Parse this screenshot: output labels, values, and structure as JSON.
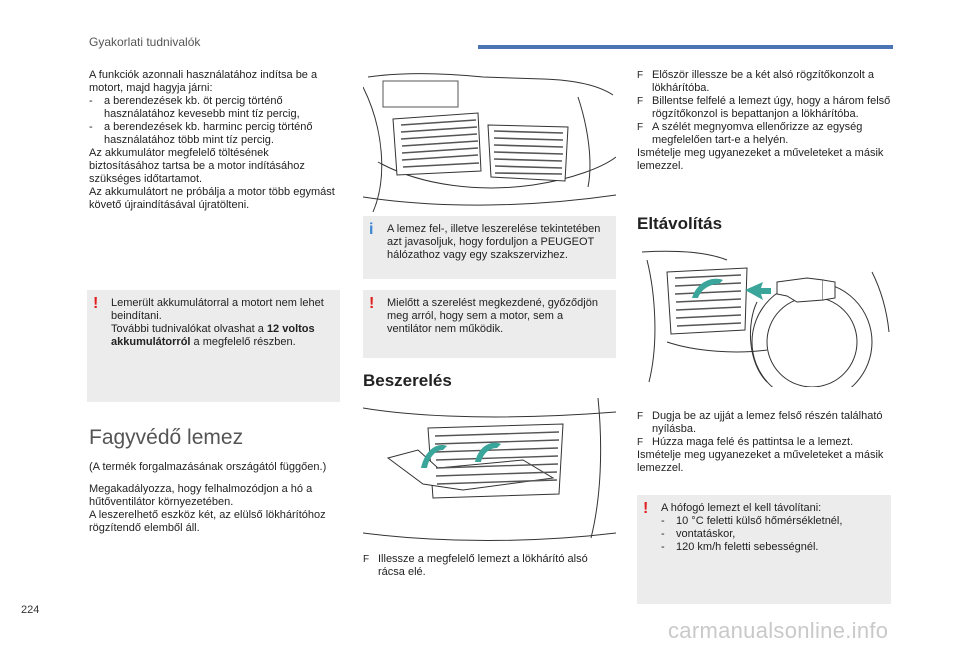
{
  "header": {
    "title": "Gyakorlati tudnivalók"
  },
  "page_number": "224",
  "watermark": "carmanualsonline.info",
  "col1": {
    "intro": "A funkciók azonnali használatához indítsa be a motort, majd hagyja járni:",
    "dash_items": [
      "a berendezések kb. öt percig történő használatához kevesebb mint tíz percig,",
      "a berendezések kb. harminc percig történő használatához több mint tíz percig."
    ],
    "para1": "Az akkumulátor megfelelő töltésének biztosításához tartsa be a motor indításához szükséges időtartamot.",
    "para2": "Az akkumulátort ne próbálja a motor több egymást követő újraindításával újratölteni.",
    "warning": {
      "line1": "Lemerült akkumulátorral a motort nem lehet beindítani.",
      "line2_pre": "További tudnivalókat olvashat a ",
      "line2_bold": "12 voltos akkumulátorról",
      "line2_post": " a megfelelő részben."
    },
    "section_title": "Fagyvédő lemez",
    "section_para1": "(A termék forgalmazásának országától függően.)",
    "section_para2": "Megakadályozza, hogy felhalmozódjon a hó a hűtőventilátor környezetében.",
    "section_para3": "A leszerelhető eszköz két, az elülső lökhárítóhoz rögzítendő elemből áll."
  },
  "col2": {
    "info_box": "A lemez fel-, illetve leszerelése tekintetében azt javasoljuk, hogy forduljon a PEUGEOT hálózathoz vagy egy szakszervizhez.",
    "warning_box": "Mielőtt a szerelést megkezdené, győződjön meg arról, hogy sem a motor, sem a ventilátor nem működik.",
    "install_title": "Beszerelés",
    "step": "Illessze a megfelelő lemezt a lökhárító alsó rácsa elé."
  },
  "col3": {
    "steps": [
      "Először illessze be a két alsó rögzítőkonzolt a lökhárítóba.",
      "Billentse felfelé a lemezt úgy, hogy a három felső rögzítőkonzol is bepattanjon a lökhárítóba.",
      "A szélét megnyomva ellenőrizze az egység megfelelően tart-e a helyén."
    ],
    "repeat1": "Ismételje meg ugyanezeket a műveleteket a másik lemezzel.",
    "remove_title": "Eltávolítás",
    "remove_steps": [
      "Dugja be az ujját a lemez felső részén található nyílásba.",
      "Húzza maga felé és pattintsa le a lemezt."
    ],
    "repeat2": "Ismételje meg ugyanezeket a műveleteket a másik lemezzel.",
    "warning": {
      "intro": "A hófogó lemezt el kell távolítani:",
      "items": [
        "10 °C feletti külső hőmérsékletnél,",
        "vontatáskor,",
        "120 km/h feletti sebességnél."
      ]
    }
  }
}
